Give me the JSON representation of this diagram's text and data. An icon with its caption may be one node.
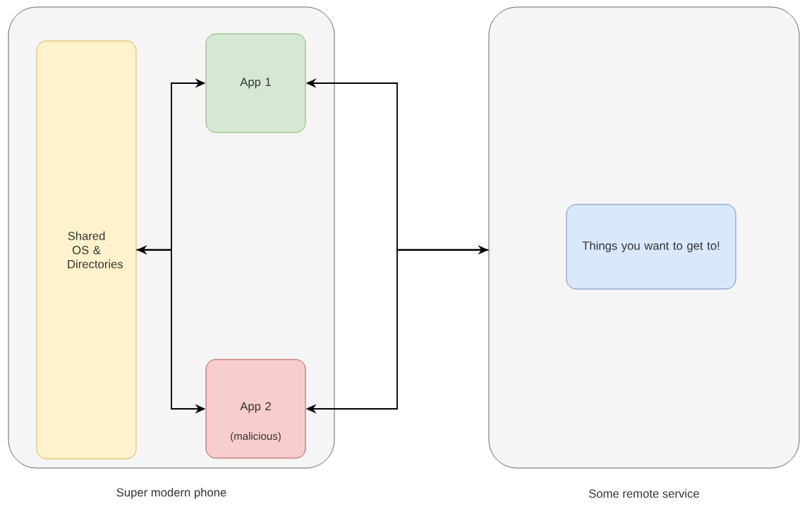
{
  "diagram": {
    "nodes": [
      {
        "text": [],
        "shape": "box",
        "beside": [
          "Super modern phone"
        ]
      },
      {
        "text": [
          "Shared OS & Directories"
        ],
        "in": 0
      },
      {
        "text": [
          "App 1"
        ],
        "in": 0
      },
      {
        "text": [
          "App 2",
          "(malicious)"
        ],
        "in": 0
      },
      {
        "text": [],
        "shape": "box",
        "beside": [
          "Some remote service"
        ]
      },
      {
        "text": [
          "Things you want to get to!"
        ],
        "in": 4
      }
    ],
    "edges": [
      {
        "from": 1,
        "to": 2,
        "arrow": "both"
      },
      {
        "from": 1,
        "to": 3,
        "arrow": "to"
      },
      {
        "from": 2,
        "to": 4,
        "arrow": "both"
      },
      {
        "from": 4,
        "to": 3,
        "arrow": "to"
      }
    ]
  }
}
